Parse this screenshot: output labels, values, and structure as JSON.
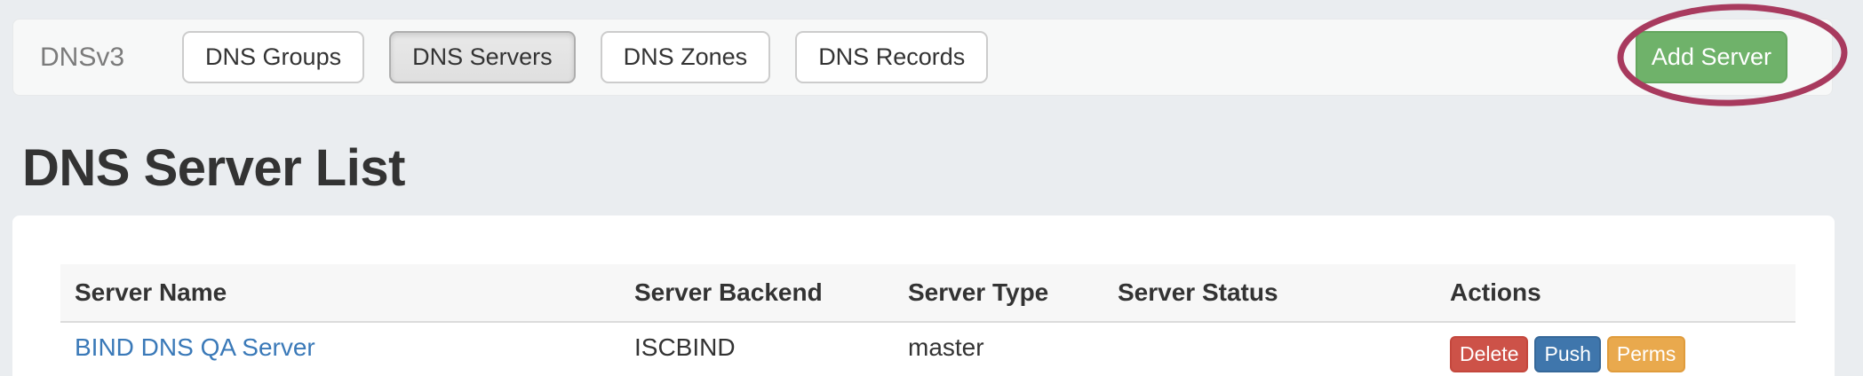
{
  "navbar": {
    "brand": "DNSv3",
    "tabs": [
      {
        "label": "DNS Groups",
        "active": false
      },
      {
        "label": "DNS Servers",
        "active": true
      },
      {
        "label": "DNS Zones",
        "active": false
      },
      {
        "label": "DNS Records",
        "active": false
      }
    ],
    "add_server_label": "Add Server"
  },
  "page": {
    "title": "DNS Server List"
  },
  "table": {
    "columns": [
      "Server Name",
      "Server Backend",
      "Server Type",
      "Server Status",
      "Actions"
    ],
    "rows": [
      {
        "server_name": "BIND DNS QA Server",
        "server_backend": "ISCBIND",
        "server_type": "master",
        "server_status": "",
        "actions": [
          "Delete",
          "Push",
          "Perms"
        ]
      }
    ]
  },
  "annotation": {
    "shape": "hand-drawn-ellipse",
    "highlights": "Add Server button",
    "color": "#a83a5e"
  },
  "colors": {
    "page_background": "#eaedf0",
    "navbar_background": "#f7f8f8",
    "add_server_green": "#6fb26a",
    "delete_red": "#cd5248",
    "push_blue": "#3f76ac",
    "perms_orange": "#e9a94d",
    "link_blue": "#3a79b8",
    "annotation_stroke": "#a83a5e"
  }
}
